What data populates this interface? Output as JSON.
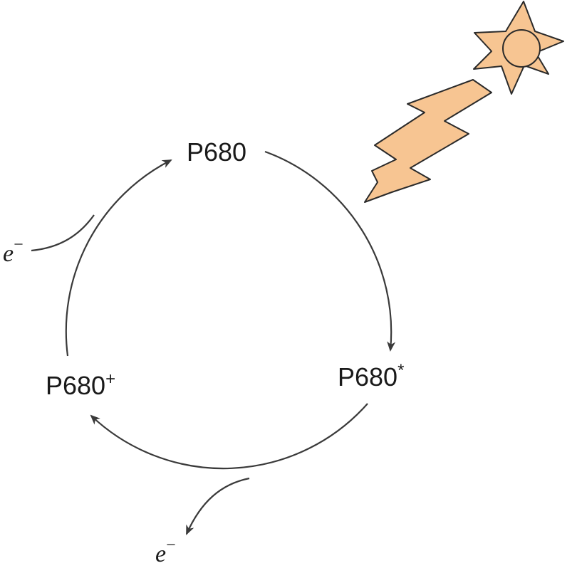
{
  "labels": {
    "p680": {
      "base": "P680",
      "sup": ""
    },
    "p680_excited": {
      "base": "P680",
      "sup": "*"
    },
    "p680_oxidized": {
      "base": "P680",
      "sup": "+"
    },
    "electron_in": {
      "base": "e",
      "sup": "−"
    },
    "electron_out": {
      "base": "e",
      "sup": "−"
    }
  },
  "icons": {
    "sun": "sun-icon",
    "light": "lightning-bolt-icon"
  },
  "colors": {
    "stroke": "#3a3a3a",
    "sun_fill": "#f7c592",
    "sun_stroke": "#2a2a2a",
    "text": "#1a1a1a"
  }
}
